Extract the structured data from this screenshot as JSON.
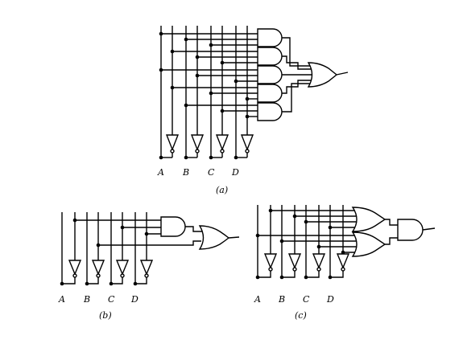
{
  "figure": {
    "panels": [
      {
        "caption": "(a)",
        "inputs": [
          "A",
          "B",
          "C",
          "D"
        ]
      },
      {
        "caption": "(b)",
        "inputs": [
          "A",
          "B",
          "C",
          "D"
        ]
      },
      {
        "caption": "(c)",
        "inputs": [
          "A",
          "B",
          "C",
          "D"
        ]
      }
    ],
    "colors": {
      "line": "#000000",
      "background": "#ffffff"
    }
  }
}
